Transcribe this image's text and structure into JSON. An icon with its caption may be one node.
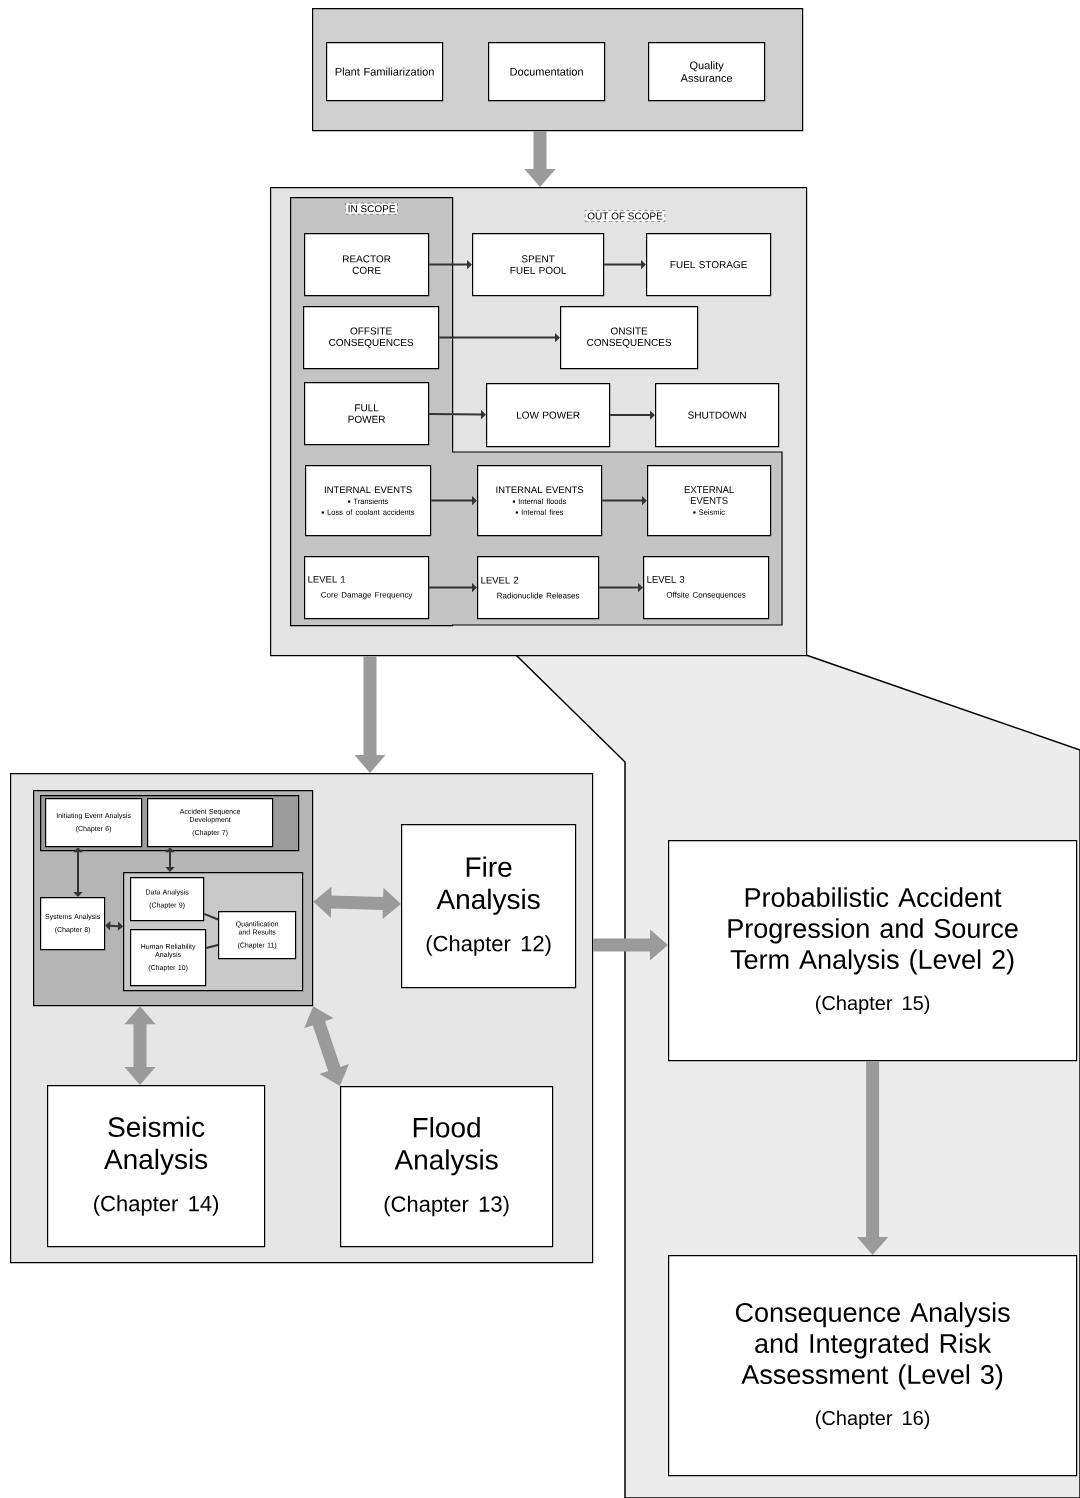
{
  "diagram": {
    "nodes": [
      {
        "text": [],
        "shape": "box"
      },
      {
        "text": [
          "Plant Familiarization"
        ],
        "in": 0
      },
      {
        "text": [
          "Documentation"
        ],
        "in": 0
      },
      {
        "text": [
          "Quality Assurance"
        ],
        "in": 0
      },
      {
        "text": [],
        "shape": "box"
      },
      {
        "text": [
          "IN SCOPE"
        ],
        "in": 4
      },
      {
        "text": [
          "REACTOR CORE"
        ],
        "in": 5
      },
      {
        "text": [
          "SPENT FUEL POOL"
        ],
        "in": 4
      },
      {
        "text": [
          "FUEL STORAGE"
        ],
        "in": 4
      },
      {
        "text": [
          "OFFSITE CONSEQUENCES"
        ],
        "in": 5
      },
      {
        "text": [
          "ONSITE CONSEQUENCES"
        ],
        "in": 4
      },
      {
        "text": [
          "FULL POWER"
        ],
        "in": 5
      },
      {
        "text": [
          "LOW POWER"
        ],
        "in": 4
      },
      {
        "text": [
          "SHUTDOWN"
        ],
        "in": 4
      },
      {
        "text": [
          "INTERNAL EVENTS",
          "Transients",
          "Loss of coolant accidents"
        ],
        "in": 5
      },
      {
        "text": [
          "INTERNAL EVENTS",
          "Internal floods",
          "Internal fires"
        ],
        "in": 4
      },
      {
        "text": [
          "EXTERNAL EVENTS",
          "Seismic"
        ],
        "in": 4
      },
      {
        "text": [
          "LEVEL 1",
          "Core Damage Frequency"
        ],
        "in": 5
      },
      {
        "text": [
          "LEVEL 2",
          "Radionuclide Releases"
        ],
        "in": 4
      },
      {
        "text": [
          "LEVEL 3",
          "Offsite Consequences"
        ],
        "in": 4
      },
      {
        "text": [],
        "shape": "box"
      },
      {
        "text": [],
        "shape": "box",
        "in": 20
      },
      {
        "text": [],
        "shape": "box",
        "in": 21
      },
      {
        "text": [
          "Initiating Event Analysis",
          "(Chapter 6)"
        ],
        "in": 22
      },
      {
        "text": [
          "Accident Sequence Development",
          "(Chapter 7)"
        ],
        "in": 22
      },
      {
        "text": [
          "Systems Analysis",
          "(Chapter 8)"
        ],
        "in": 21
      },
      {
        "text": [],
        "shape": "box",
        "in": 21
      },
      {
        "text": [
          "Data Analysis",
          "(Chapter 9)"
        ],
        "in": 26
      },
      {
        "text": [
          "Human Reliability Analysis",
          "(Chapter 10)"
        ],
        "in": 26
      },
      {
        "text": [
          "Quantification and Results",
          "(Chapter 11)"
        ],
        "in": 26
      },
      {
        "text": [
          "Fire Analysis",
          "(Chapter 12)"
        ],
        "in": 20
      },
      {
        "text": [
          "Seismic Analysis",
          "(Chapter 14)"
        ],
        "in": 20
      },
      {
        "text": [
          "Flood Analysis",
          "(Chapter 13)"
        ],
        "in": 20
      },
      {
        "text": [
          "Probabilistic Accident Progression and Source Term Analysis (Level 2)",
          "(Chapter 15)"
        ]
      },
      {
        "text": [
          "Consequence Analysis and Integrated Risk Assessment (Level 3)",
          "(Chapter 16)"
        ]
      }
    ],
    "edges": [
      {
        "from": 0,
        "to": 4,
        "arrow": "to",
        "style": "thick",
        "color": "#9a9a9a"
      },
      {
        "from": 6,
        "to": 7,
        "arrow": "to"
      },
      {
        "from": 7,
        "to": 8,
        "arrow": "to"
      },
      {
        "from": 9,
        "to": 10,
        "arrow": "to"
      },
      {
        "from": 11,
        "to": 12,
        "arrow": "to"
      },
      {
        "from": 12,
        "to": 13,
        "arrow": "to"
      },
      {
        "from": 14,
        "to": 15,
        "arrow": "to"
      },
      {
        "from": 15,
        "to": 16,
        "arrow": "to"
      },
      {
        "from": 17,
        "to": 18,
        "arrow": "to"
      },
      {
        "from": 18,
        "to": 19,
        "arrow": "to"
      },
      {
        "from": 4,
        "to": 20,
        "arrow": "to",
        "style": "thick",
        "color": "#9a9a9a"
      },
      {
        "from": 23,
        "to": 25,
        "arrow": "both"
      },
      {
        "from": 24,
        "to": 26,
        "arrow": "both"
      },
      {
        "from": 25,
        "to": 26,
        "arrow": "both"
      },
      {
        "from": 27,
        "to": 29,
        "arrow": "none"
      },
      {
        "from": 28,
        "to": 29,
        "arrow": "none"
      },
      {
        "from": 21,
        "to": 30,
        "arrow": "both",
        "style": "thick",
        "color": "#9a9a9a"
      },
      {
        "from": 21,
        "to": 31,
        "arrow": "both",
        "style": "thick",
        "color": "#9a9a9a"
      },
      {
        "from": 21,
        "to": 32,
        "arrow": "both",
        "style": "thick",
        "color": "#9a9a9a"
      },
      {
        "from": 20,
        "to": 33,
        "arrow": "to",
        "style": "thick",
        "color": "#9a9a9a"
      },
      {
        "from": 33,
        "to": 34,
        "arrow": "to",
        "style": "thick",
        "color": "#9a9a9a"
      }
    ],
    "labels": [
      "OUT OF SCOPE"
    ]
  }
}
